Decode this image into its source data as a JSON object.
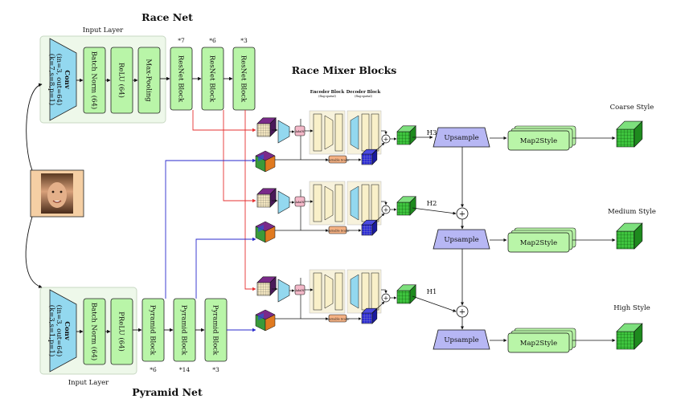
{
  "race_net": {
    "title": "Race Net",
    "input_layer": "Input Layer",
    "conv_title": "Conv",
    "conv_line1": "(in=3, out=64)",
    "conv_line2": "(k=7,s=8,p=1)",
    "batch_norm": "Batch Norm (64)",
    "activation": "ReLU (64)",
    "pooling": "Max-Pooling",
    "blocks": [
      {
        "label": "ResNet Block",
        "mult": "*7"
      },
      {
        "label": "ResNet Block",
        "mult": "*6"
      },
      {
        "label": "ResNet Block",
        "mult": "*3"
      }
    ]
  },
  "pyramid_net": {
    "title": "Pyramid Net",
    "input_layer": "Input Layer",
    "conv_title": "Conv",
    "conv_line1": "(in=3, out=64)",
    "conv_line2": "(k=3,s=1,p=1)",
    "batch_norm": "Batch Norm (64)",
    "activation": "PReLU (64)",
    "blocks": [
      {
        "label": "Pyramid Block",
        "mult": "*6"
      },
      {
        "label": "Pyramid Block",
        "mult": "*14"
      },
      {
        "label": "Pyramid Block",
        "mult": "*3"
      }
    ]
  },
  "mixer": {
    "title": "Race Mixer Blocks",
    "encoder_title": "Encoder Block",
    "encoder_sub": "(flag:spatial)",
    "decoder_title": "Decoder Block",
    "decoder_sub": "(flag:spatial)",
    "adain_label": "AdaIN",
    "learnable_scalar": "Learnable Scalar"
  },
  "outputs": {
    "heads": [
      "H3",
      "H2",
      "H1"
    ],
    "upsample": "Upsample",
    "map2style": "Map2Style",
    "styles": [
      "Coarse Style",
      "Medium Style",
      "High Style"
    ]
  },
  "colors": {
    "green_block": "#b9f5a8",
    "cyan_conv": "#93d8ef",
    "upsample": "#b7b7f4",
    "red_arrow": "#e53030",
    "blue_arrow": "#2a2acc",
    "layer_bg": "#eef8ea",
    "mixer_bg": "#f7f2dc",
    "photo_frame": "#f5cfa4"
  }
}
